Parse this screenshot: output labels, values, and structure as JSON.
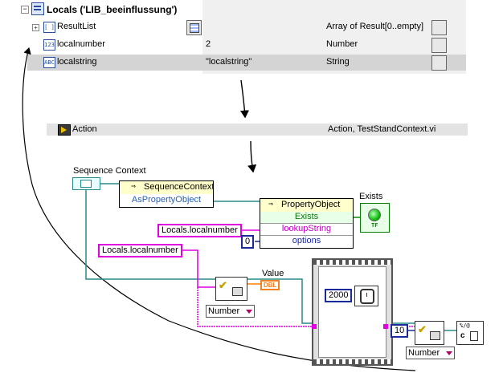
{
  "locals": {
    "title": "Locals ('LIB_beeinflussung')",
    "rows": [
      {
        "name": "ResultList",
        "icon_text": "[ ]",
        "value": "",
        "type": "Array of Result[0..empty]",
        "expandable": true,
        "selected": false
      },
      {
        "name": "localnumber",
        "icon_text": "123",
        "value": "2",
        "type": "Number",
        "expandable": false,
        "selected": false
      },
      {
        "name": "localstring",
        "icon_text": "ABC",
        "value": "\"localstring\"",
        "type": "String",
        "expandable": false,
        "selected": true
      }
    ]
  },
  "action": {
    "label": "Action",
    "detail": "Action,  TestStandContext.vi"
  },
  "diagram": {
    "sequence_context_label": "Sequence Context",
    "sequence_context_node": {
      "title": "SequenceContext",
      "property": "AsPropertyObject"
    },
    "property_object_node": {
      "title": "PropertyObject",
      "properties": [
        "Exists",
        "lookupString",
        "options"
      ]
    },
    "exists_label": "Exists",
    "led_text": "TF",
    "constants": {
      "locals_localnumber_1": "Locals.localnumber",
      "locals_localnumber_2": "Locals.localnumber",
      "zero": "0",
      "wait_ms": "2000",
      "ten": "10"
    },
    "value_label": "Value",
    "dbl_text": "DBL",
    "enums": {
      "number_1": "Number",
      "number_2": "Number"
    },
    "colors": {
      "string_wire": "#e000e0",
      "refnum_wire": "#2a8a8a",
      "numeric_wire": "#ff8000",
      "int_wire": "#1a2a9a"
    }
  }
}
